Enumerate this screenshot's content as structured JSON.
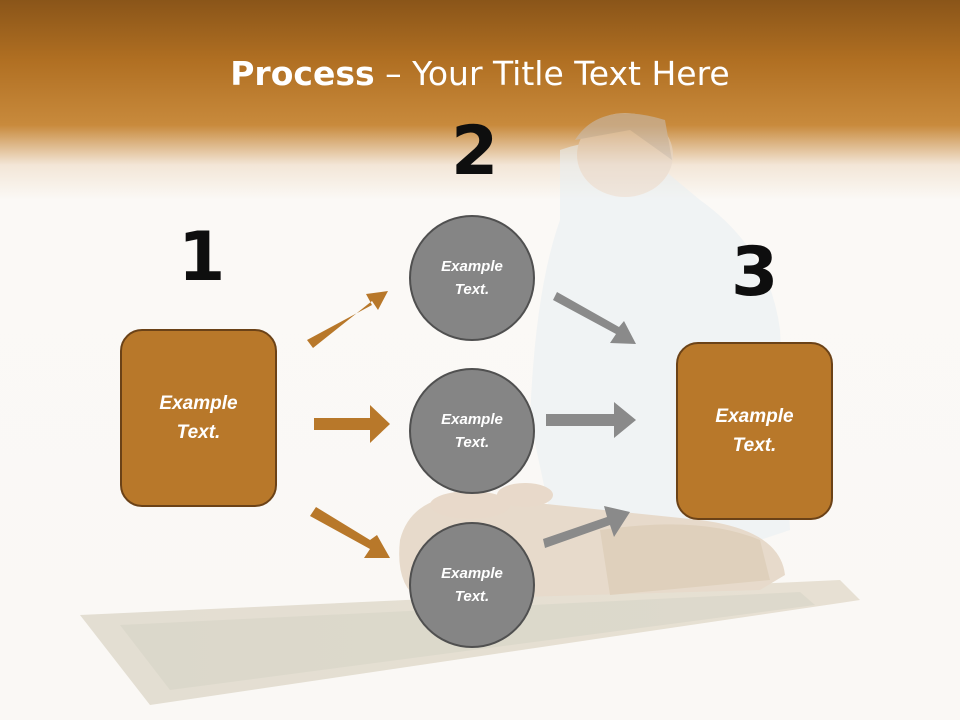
{
  "slide": {
    "title_bold": "Process",
    "title_rest": " – Your Title Text Here"
  },
  "steps": [
    {
      "number": "1",
      "label": "Example\nText."
    },
    {
      "number": "2",
      "label": "Example\nText."
    },
    {
      "number": "3",
      "label": "Example\nText."
    }
  ],
  "circles": [
    {
      "label": "Example\nText."
    },
    {
      "label": "Example\nText."
    },
    {
      "label": "Example\nText."
    }
  ],
  "colors": {
    "accent": "#b8782a",
    "accent_border": "#6b4217",
    "circle_fill": "#858585",
    "gray_arrow": "#8a8a8a",
    "header_top": "#8a5519"
  }
}
